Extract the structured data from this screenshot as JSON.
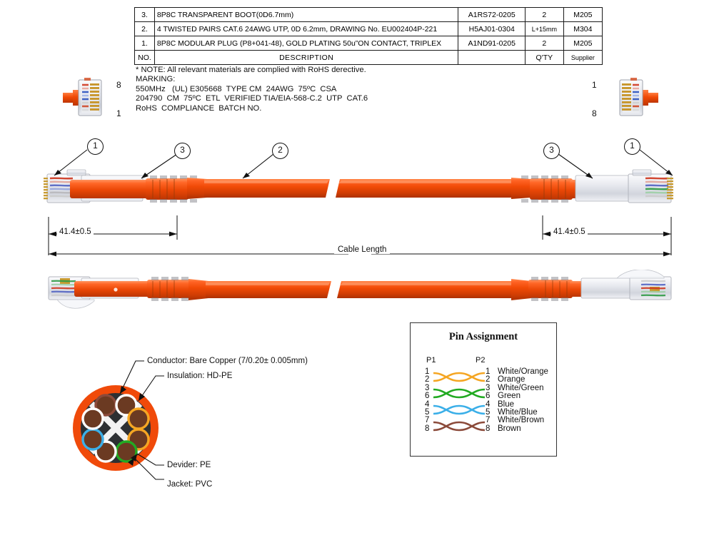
{
  "bom": {
    "columns": [
      "NO.",
      "DESCRIPTION",
      "",
      "Q'TY",
      "Supplier"
    ],
    "rows": [
      {
        "no": "3.",
        "description": "8P8C TRANSPARENT BOOT(0D6.7mm)",
        "part_number": "A1RS72-0205",
        "qty": "2",
        "supplier": "M205"
      },
      {
        "no": "2.",
        "description": "4 TWISTED PAIRS CAT.6 24AWG UTP, 0D 6.2mm, DRAWING No. EU002404P-221",
        "part_number": "H5AJ01-0304",
        "qty": "L+15mm",
        "supplier": "M304"
      },
      {
        "no": "1.",
        "description": "8P8C MODULAR PLUG (P8+041-48), GOLD PLATING 50u”ON CONTACT, TRIPLEX",
        "part_number": "A1ND91-0205",
        "qty": "2",
        "supplier": "M205"
      }
    ],
    "header": {
      "no": "NO.",
      "description": "DESCRIPTION",
      "part_number": "",
      "qty": "Q'TY",
      "supplier": "Supplier"
    }
  },
  "notes": {
    "text": "* NOTE: All relevant materials are complied with RoHS derective.\nMARKING:\n550MHz   (UL) E305668  TYPE CM  24AWG  75ºC  CSA\n204790  CM  75ºC  ETL  VERIFIED TIA/EIA-568-C.2  UTP  CAT.6\nRoHS  COMPLIANCE  BATCH NO."
  },
  "plug_front_views": {
    "left": {
      "top_pin": "8",
      "bottom_pin": "1"
    },
    "right": {
      "top_pin": "1",
      "bottom_pin": "8"
    }
  },
  "callouts": {
    "left_plug": "1",
    "left_boot": "3",
    "cable": "2",
    "right_boot": "3",
    "right_plug": "1"
  },
  "dimensions": {
    "left_end": "41.4±0.5",
    "right_end": "41.4±0.5",
    "overall": "Cable Length"
  },
  "cross_section": {
    "labels": {
      "conductor": "Conductor: Bare Copper (7/0.20± 0.005mm)",
      "insulation": "Insulation: HD-PE",
      "divider": "Devider: PE",
      "jacket": "Jacket: PVC"
    },
    "jacket_color": "#F04A0A",
    "conductor_color": "#6B3A22",
    "pair_ring_colors": [
      "#F5A623",
      "#22AA22",
      "#3BAFE8",
      "#8B4A3A",
      "#FFFFFF"
    ]
  },
  "pin_assignment": {
    "title": "Pin Assignment",
    "p1_label": "P1",
    "p2_label": "P2",
    "pairs": [
      {
        "p1_top": "1",
        "p1_bottom": "2",
        "p2_top": "1",
        "p2_bottom": "2",
        "color": "#F5A623",
        "name_top": "White/Orange",
        "name_bottom": "Orange"
      },
      {
        "p1_top": "3",
        "p1_bottom": "6",
        "p2_top": "3",
        "p2_bottom": "6",
        "color": "#22AA22",
        "name_top": "White/Green",
        "name_bottom": "Green"
      },
      {
        "p1_top": "4",
        "p1_bottom": "5",
        "p2_top": "4",
        "p2_bottom": "5",
        "color": "#3BAFE8",
        "name_top": "Blue",
        "name_bottom": "White/Blue"
      },
      {
        "p1_top": "7",
        "p1_bottom": "8",
        "p2_top": "7",
        "p2_bottom": "8",
        "color": "#8B4A3A",
        "name_top": "White/Brown",
        "name_bottom": "Brown"
      }
    ]
  }
}
